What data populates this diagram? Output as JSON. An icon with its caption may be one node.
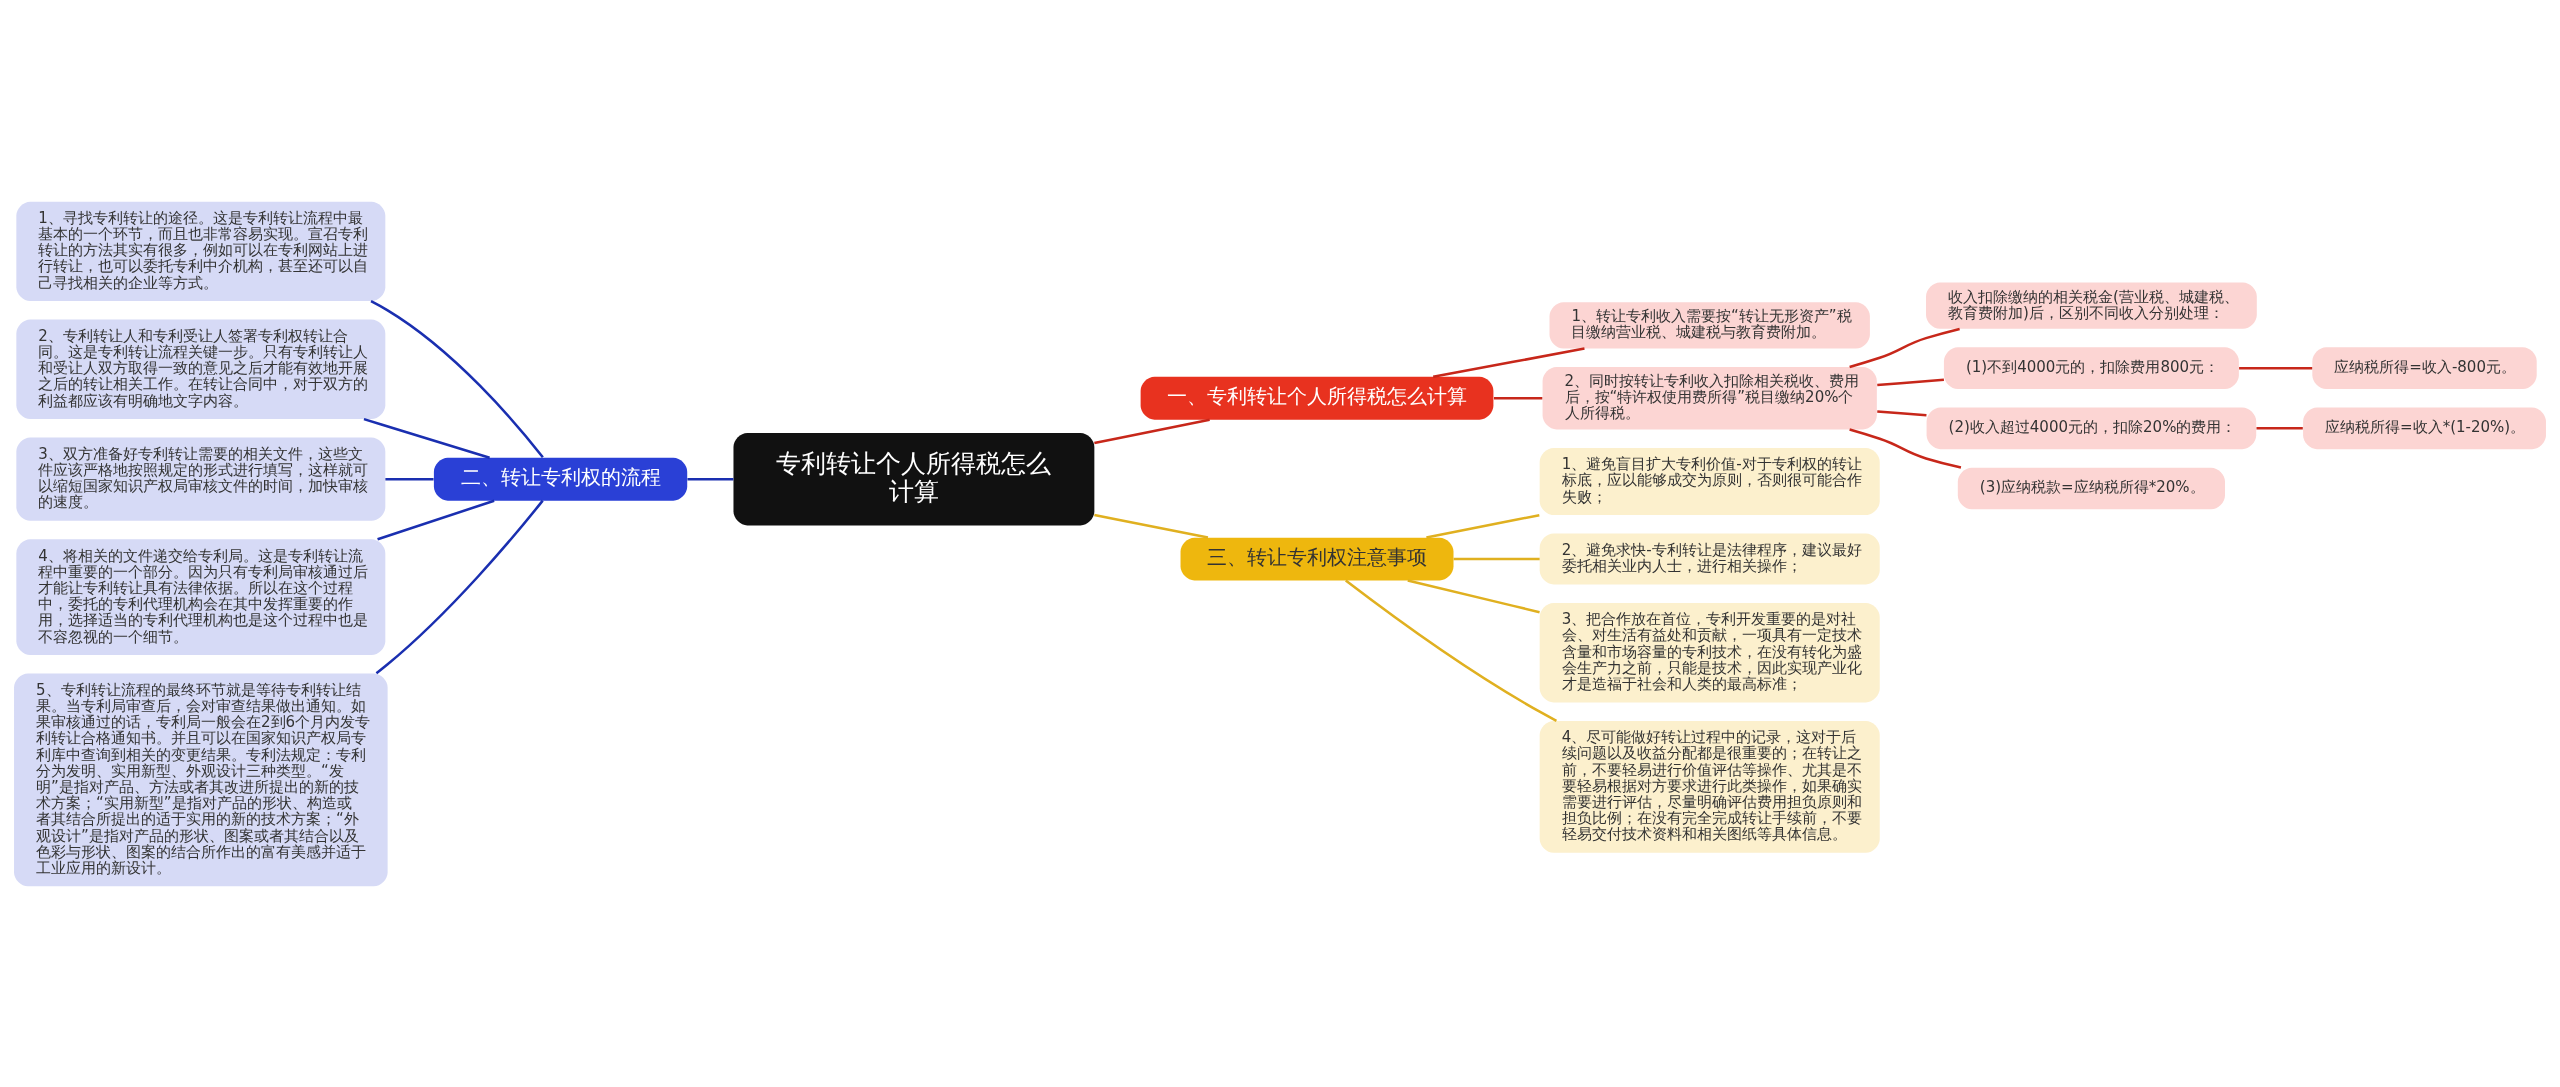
{
  "diagram": {
    "nodes": [
      {
        "text": [
          "专利转让个人所得税怎么计算"
        ]
      },
      {
        "text": [
          "一、专利转让个人所得税怎么计算"
        ]
      },
      {
        "text": [
          "1、转让专利收入需要按“转让无形资产”税目缴纳营业税、城建税与教育费附加。"
        ]
      },
      {
        "text": [
          "2、同时按转让专利收入扣除相关税收、费用后，按“特许权使用费所得”税目缴纳20%个人所得税。"
        ]
      },
      {
        "text": [
          "收入扣除缴纳的相关税金(营业税、城建税、教育费附加)后，区别不同收入分别处理："
        ]
      },
      {
        "text": [
          "(1)不到4000元的，扣除费用800元："
        ]
      },
      {
        "text": [
          "应纳税所得=收入-800元。"
        ]
      },
      {
        "text": [
          "(2)收入超过4000元的，扣除20%的费用："
        ]
      },
      {
        "text": [
          "应纳税所得=收入*(1-20%)。"
        ]
      },
      {
        "text": [
          "(3)应纳税款=应纳税所得*20%。"
        ]
      },
      {
        "text": [
          "二、转让专利权的流程"
        ]
      },
      {
        "text": [
          "1、寻找专利转让的途径。这是专利转让流程中最基本的一个环节，而且也非常容易实现。宣召专利转让的方法其实有很多，例如可以在专利网站上进行转让，也可以委托专利中介机构，甚至还可以自己寻找相关的企业等方式。"
        ]
      },
      {
        "text": [
          "2、专利转让人和专利受让人签署专利权转让合同。这是专利转让流程关键一步。只有专利转让人和受让人双方取得一致的意见之后才能有效地开展之后的转让相关工作。在转让合同中，对于双方的利益都应该有明确地文字内容。"
        ]
      },
      {
        "text": [
          "3、双方准备好专利转让需要的相关文件，这些文件应该严格地按照规定的形式进行填写，这样就可以缩短国家知识产权局审核文件的时间，加快审核的速度。"
        ]
      },
      {
        "text": [
          "4、将相关的文件递交给专利局。这是专利转让流程中重要的一个部分。因为只有专利局审核通过后才能让专利转让具有法律依据。所以在这个过程中，委托的专利代理机构会在其中发挥重要的作用，选择适当的专利代理机构也是这个过程中也是不容忽视的一个细节。"
        ]
      },
      {
        "text": [
          "5、专利转让流程的最终环节就是等待专利转让结果。当专利局审查后，会对审查结果做出通知。如果审核通过的话，专利局一般会在2到6个月内发专利转让合格通知书。并且可以在国家知识产权局专利库中查询到相关的变更结果。专利法规定：专利分为发明、实用新型、外观设计三种类型。“发明”是指对产品、方法或者其改进所提出的新的技术方案；“实用新型”是指对产品的形状、构造或者其结合所提出的适于实用的新的技术方案；“外观设计”是指对产品的形状、图案或者其结合以及色彩与形状、图案的结合所作出的富有美感并适于工业应用的新设计。"
        ]
      },
      {
        "text": [
          "三、转让专利权注意事项"
        ]
      },
      {
        "text": [
          "1、避免盲目扩大专利价值-对于专利权的转让标底，应以能够成交为原则，否则很可能合作失败；"
        ]
      },
      {
        "text": [
          "2、避免求快-专利转让是法律程序，建议最好委托相关业内人士，进行相关操作；"
        ]
      },
      {
        "text": [
          "3、把合作放在首位，专利开发重要的是对社会、对生活有益处和贡献，一项具有一定技术含量和市场容量的专利技术，在没有转化为盛会生产力之前，只能是技术，因此实现产业化才是造福于社会和人类的最高标准；"
        ]
      },
      {
        "text": [
          "4、尽可能做好转让过程中的记录，这对于后续问题以及收益分配都是很重要的；在转让之前，不要轻易进行价值评估等操作、尤其是不要轻易根据对方要求进行此类操作，如果确实需要进行评估，尽量明确评估费用担负原则和担负比例；在没有完全完成转让手续前，不要轻易交付技术资料和相关图纸等具体信息。"
        ]
      }
    ],
    "edges": [
      {
        "from": 0,
        "to": 1,
        "arrow": "none",
        "color": "#c7271a"
      },
      {
        "from": 1,
        "to": 2,
        "arrow": "none",
        "color": "#c7271a"
      },
      {
        "from": 1,
        "to": 3,
        "arrow": "none",
        "color": "#c7271a"
      },
      {
        "from": 3,
        "to": 4,
        "arrow": "none",
        "color": "#c7271a"
      },
      {
        "from": 3,
        "to": 5,
        "arrow": "none",
        "color": "#c7271a"
      },
      {
        "from": 5,
        "to": 6,
        "arrow": "none",
        "color": "#c7271a"
      },
      {
        "from": 3,
        "to": 7,
        "arrow": "none",
        "color": "#c7271a"
      },
      {
        "from": 7,
        "to": 8,
        "arrow": "none",
        "color": "#c7271a"
      },
      {
        "from": 3,
        "to": 9,
        "arrow": "none",
        "color": "#c7271a"
      },
      {
        "from": 0,
        "to": 10,
        "arrow": "none",
        "color": "#1a2fb0"
      },
      {
        "from": 10,
        "to": 11,
        "arrow": "none",
        "color": "#1a2fb0"
      },
      {
        "from": 10,
        "to": 12,
        "arrow": "none",
        "color": "#1a2fb0"
      },
      {
        "from": 10,
        "to": 13,
        "arrow": "none",
        "color": "#1a2fb0"
      },
      {
        "from": 10,
        "to": 14,
        "arrow": "none",
        "color": "#1a2fb0"
      },
      {
        "from": 10,
        "to": 15,
        "arrow": "none",
        "color": "#1a2fb0"
      },
      {
        "from": 0,
        "to": 16,
        "arrow": "none",
        "color": "#e0b020"
      },
      {
        "from": 16,
        "to": 17,
        "arrow": "none",
        "color": "#e0b020"
      },
      {
        "from": 16,
        "to": 18,
        "arrow": "none",
        "color": "#e0b020"
      },
      {
        "from": 16,
        "to": 19,
        "arrow": "none",
        "color": "#e0b020"
      },
      {
        "from": 16,
        "to": 20,
        "arrow": "none",
        "color": "#e0b020"
      }
    ]
  }
}
